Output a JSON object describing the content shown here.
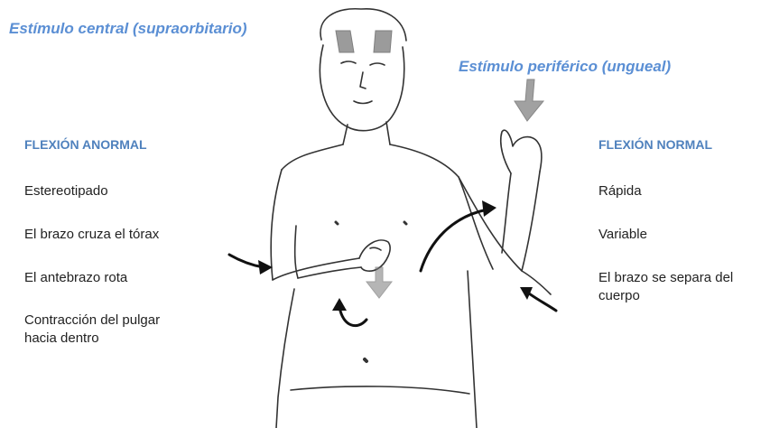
{
  "stimuli": {
    "central": "Estímulo central (supraorbitario)",
    "peripheral": "Estímulo periférico (ungueal)"
  },
  "abnormal": {
    "title": "FLEXIÓN ANORMAL",
    "items": [
      "Estereotipado",
      "El brazo cruza el tórax",
      "El antebrazo rota",
      "Contracción del pulgar hacia dentro"
    ]
  },
  "normal": {
    "title": "FLEXIÓN NORMAL",
    "items": [
      "Rápida",
      "Variable",
      "El brazo se separa del cuerpo"
    ]
  },
  "colors": {
    "stimulus_text": "#5b8fd4",
    "heading_text": "#4f81bd",
    "body_text": "#222222"
  }
}
